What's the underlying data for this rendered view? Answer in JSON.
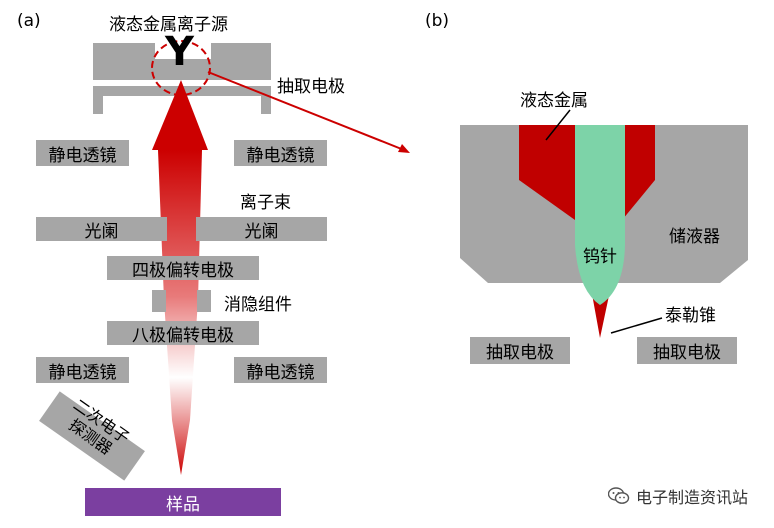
{
  "panel_a": {
    "label": "(a)",
    "source_label": "液态金属离子源",
    "extraction_label": "抽取电极",
    "beam_label": "离子束",
    "lens_top_left": "静电透镜",
    "lens_top_right": "静电透镜",
    "aperture_left": "光阑",
    "aperture_right": "光阑",
    "quad_deflector": "四极偏转电极",
    "blanker": "消隐组件",
    "oct_deflector": "八极偏转电极",
    "lens_bottom_left": "静电透镜",
    "lens_bottom_right": "静电透镜",
    "detector": "二次电子\n探测器",
    "sample": "样品",
    "emitter_glyph": "Y"
  },
  "panel_b": {
    "label": "(b)",
    "liquid_metal": "液态金属",
    "needle": "钨针",
    "reservoir": "储液器",
    "taylor_cone": "泰勒锥",
    "electrode_left": "抽取电极",
    "electrode_right": "抽取电极"
  },
  "watermark": {
    "text": "电子制造资讯站",
    "icon": "wechat-icon"
  },
  "colors": {
    "gray": "#a6a6a6",
    "beam_red": "#cc0000",
    "metal_red": "#c00000",
    "needle_green": "#7dd3a8",
    "sample_purple": "#7b3fa0"
  }
}
